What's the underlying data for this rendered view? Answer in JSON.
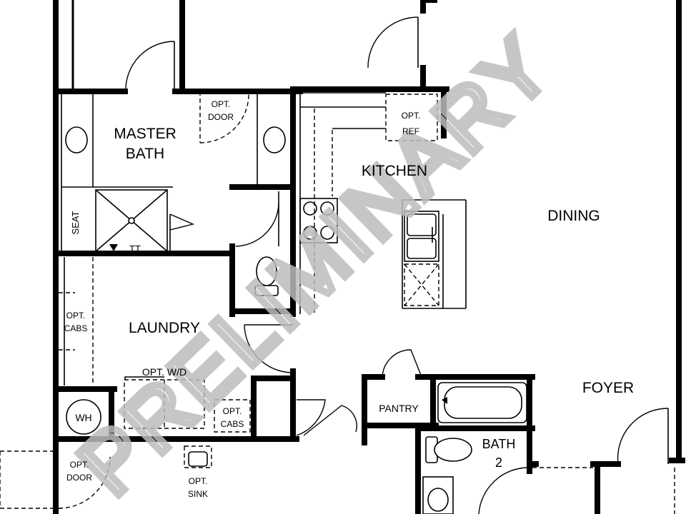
{
  "watermark": "PRELIMINARY",
  "rooms": {
    "master_bath": [
      "MASTER",
      "BATH"
    ],
    "kitchen": "KITCHEN",
    "dining": "DINING",
    "laundry": "LAUNDRY",
    "foyer": "FOYER",
    "bath2": [
      "BATH",
      "2"
    ],
    "pantry": "PANTRY"
  },
  "fixtures": {
    "seat": "SEAT",
    "tt": "TT",
    "wh": "WH",
    "opt_door_top": [
      "OPT.",
      "DOOR"
    ],
    "opt_ref": [
      "OPT.",
      "REF"
    ],
    "opt_cabs_left": [
      "OPT.",
      "CABS"
    ],
    "opt_wd": "OPT. W/D",
    "opt_cabs_small": [
      "OPT.",
      "CABS"
    ],
    "opt_door_bottom": [
      "OPT.",
      "DOOR"
    ],
    "opt_sink": [
      "OPT.",
      "SINK"
    ]
  }
}
